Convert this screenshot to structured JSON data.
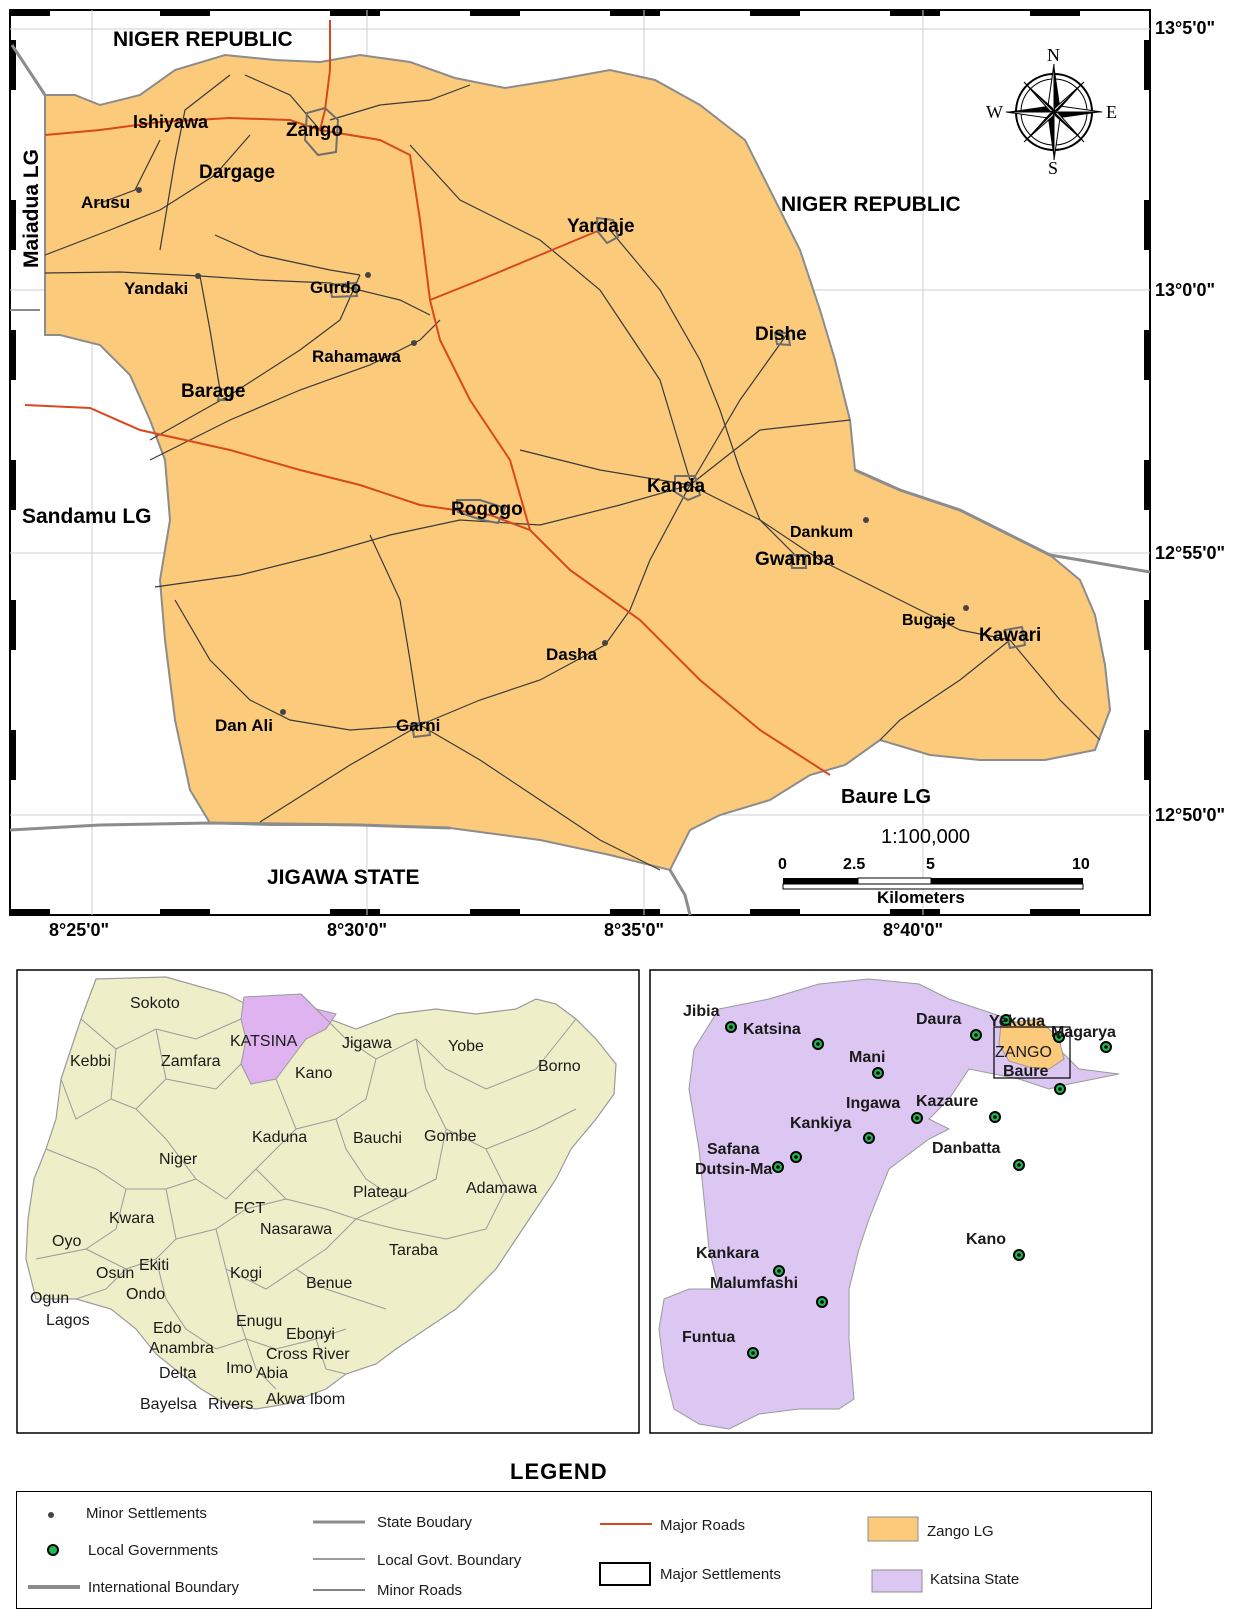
{
  "main_map": {
    "neighbors": {
      "niger_top": "NIGER REPUBLIC",
      "niger_right": "NIGER REPUBLIC",
      "maiadua": "Maiadua LG",
      "sandamu": "Sandamu LG",
      "jigawa": "JIGAWA STATE",
      "baure": "Baure LG"
    },
    "settlements": {
      "zango": "Zango",
      "ishiyawa": "Ishiyawa",
      "dargage": "Dargage",
      "arusu": "Arusu",
      "yandaki": "Yandaki",
      "gurdo": "Gurdo",
      "rahamawa": "Rahamawa",
      "barage": "Barage",
      "yardaje": "Yardaje",
      "dishe": "Dishe",
      "kanda": "Kanda",
      "rogogo": "Rogogo",
      "dankum": "Dankum",
      "gwamba": "Gwamba",
      "bugaje": "Bugaje",
      "kawari": "Kawari",
      "dasha": "Dasha",
      "dan_ali": "Dan Ali",
      "garni": "Garni"
    },
    "lat_labels": [
      "13°5'0\"",
      "13°0'0\"",
      "12°55'0\"",
      "12°50'0\""
    ],
    "lon_labels": [
      "8°25'0\"",
      "8°30'0\"",
      "8°35'0\"",
      "8°40'0\""
    ],
    "scale": {
      "ratio": "1:100,000",
      "ticks": [
        "0",
        "2.5",
        "5",
        "10"
      ],
      "unit": "Kilometers"
    },
    "compass": {
      "n": "N",
      "s": "S",
      "e": "E",
      "w": "W"
    },
    "colors": {
      "lga_fill": "#FBCB7B",
      "major_road": "#D8481E",
      "boundary": "#8c8c8c"
    }
  },
  "nigeria_map": {
    "states": {
      "sokoto": "Sokoto",
      "katsina": "KATSINA",
      "jigawa": "Jigawa",
      "yobe": "Yobe",
      "kebbi": "Kebbi",
      "zamfara": "Zamfara",
      "kano": "Kano",
      "borno": "Borno",
      "kaduna": "Kaduna",
      "bauchi": "Bauchi",
      "gombe": "Gombe",
      "niger": "Niger",
      "plateau": "Plateau",
      "adamawa": "Adamawa",
      "fct": "FCT",
      "kwara": "Kwara",
      "nasarawa": "Nasarawa",
      "oyo": "Oyo",
      "taraba": "Taraba",
      "ekiti": "Ekiti",
      "osun": "Osun",
      "kogi": "Kogi",
      "benue": "Benue",
      "ogun": "Ogun",
      "ondo": "Ondo",
      "lagos": "Lagos",
      "edo": "Edo",
      "enugu": "Enugu",
      "ebonyi": "Ebonyi",
      "anambra": "Anambra",
      "cross_river": "Cross River",
      "delta": "Delta",
      "imo": "Imo",
      "abia": "Abia",
      "bayelsa": "Bayelsa",
      "rivers": "Rivers",
      "akwa_ibom": "Akwa Ibom"
    },
    "colors": {
      "state_fill": "#EEEFC8",
      "katsina_fill": "#DEB3F0"
    }
  },
  "katsina_map": {
    "lgs": {
      "jibia": "Jibia",
      "katsina": "Katsina",
      "daura": "Daura",
      "yekoua": "Yekoua",
      "magarya": "Magarya",
      "zango": "ZANGO",
      "baure": "Baure",
      "mani": "Mani",
      "ingawa": "Ingawa",
      "kazaure": "Kazaure",
      "kankiya": "Kankiya",
      "safana": "Safana",
      "dutsin_ma": "Dutsin-Ma",
      "danbatta": "Danbatta",
      "kano": "Kano",
      "kankara": "Kankara",
      "malumfashi": "Malumfashi",
      "funtua": "Funtua"
    },
    "colors": {
      "state_fill": "#DCC6F2",
      "lg_marker": "#1DB954"
    }
  },
  "legend": {
    "title": "LEGEND",
    "minor_settlements": "Minor Settlements",
    "local_governments": "Local Governments",
    "international_boundary": "International Boundary",
    "state_boundary": "State Boudary",
    "local_govt_boundary": "Local Govt. Boundary",
    "minor_roads": "Minor Roads",
    "major_roads": "Major Roads",
    "major_settlements": "Major Settlements",
    "zango_lg": "Zango LG",
    "katsina_state": "Katsina State"
  }
}
